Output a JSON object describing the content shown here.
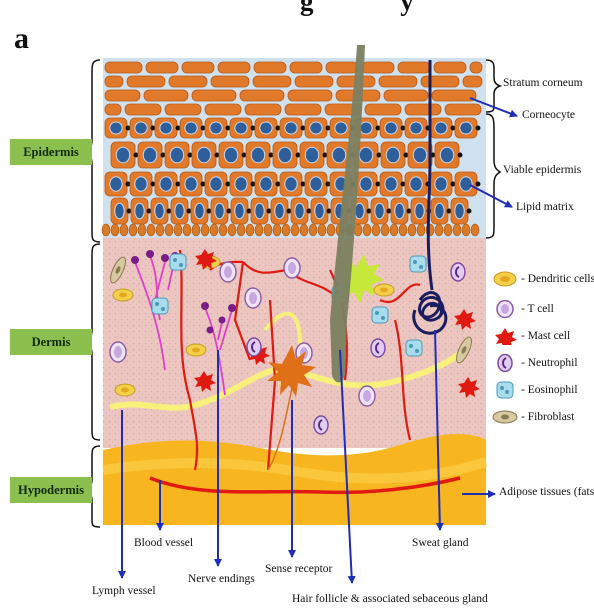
{
  "panel_letter": "a",
  "top_caption_fragment": "g",
  "top_caption_fragment_right": "y",
  "layers": {
    "epidermis": "Epidermis",
    "dermis": "Dermis",
    "hypodermis": "Hypodermis"
  },
  "right_labels": {
    "stratum_corneum": "Stratum corneum",
    "corneocyte": "Corneocyte",
    "viable_epidermis": "Viable epidermis",
    "lipid_matrix": "Lipid matrix",
    "adipose": "Adipose tissues (fats)"
  },
  "legend": [
    {
      "label": "- Dendritic cells",
      "icon": "dendritic-cell-icon"
    },
    {
      "label": "- T cell",
      "icon": "t-cell-icon"
    },
    {
      "label": "- Mast cell",
      "icon": "mast-cell-icon"
    },
    {
      "label": "- Neutrophil",
      "icon": "neutrophil-icon"
    },
    {
      "label": "- Eosinophil",
      "icon": "eosinophil-icon"
    },
    {
      "label": "- Fibroblast",
      "icon": "fibroblast-icon"
    }
  ],
  "bottom_labels": {
    "blood_vessel": "Blood vessel",
    "lymph_vessel": "Lymph vessel",
    "nerve_endings": "Nerve endings",
    "sense_receptor": "Sense receptor",
    "hair_follicle": "Hair follicle  & associated sebaceous gland",
    "sweat_gland": "Sweat gland"
  },
  "colors": {
    "epidermis_cell": "#e07a2a",
    "nucleus": "#2f5f9a",
    "dermis": "#ecc6c0",
    "hypodermis": "#f7b520",
    "badge": "#8bc04f",
    "arrow": "#1f2fb5",
    "blood_vessel": "#e01a10",
    "lymph_vessel": "#f7f07a"
  }
}
